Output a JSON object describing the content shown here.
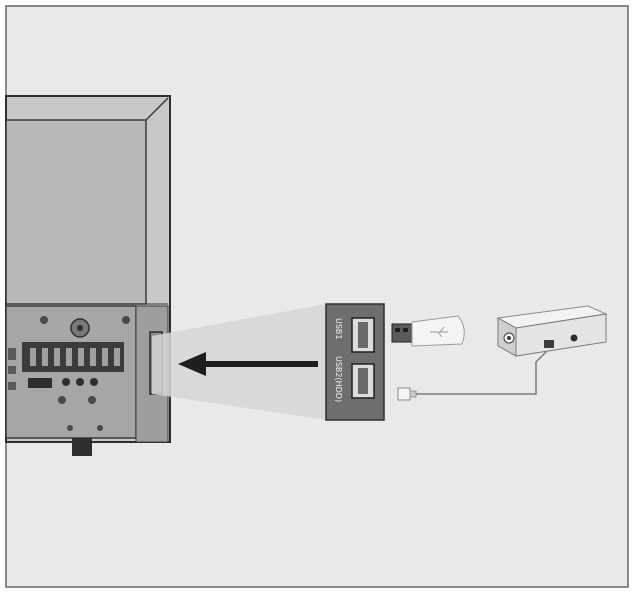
{
  "diagram": {
    "ports": {
      "port1_label": "USB1",
      "port2_label": "USB2(HDD)"
    },
    "devices": [
      "usb-flash-drive",
      "external-hard-drive",
      "television-rear-panel"
    ],
    "icons": {
      "connection_arrow": "arrow-left-icon",
      "usb_symbol": "usb-trident-icon"
    },
    "colors": {
      "background": "#e9e9e9",
      "frame": "#8a8a8a",
      "tv_screen": "#b8b8b8",
      "panel_dark": "#5c5c5c",
      "port_panel": "#6e6e6e",
      "arrow": "#1e1e1e",
      "light_cone": "#d6d6d6",
      "device_light": "#f4f4f4"
    }
  }
}
